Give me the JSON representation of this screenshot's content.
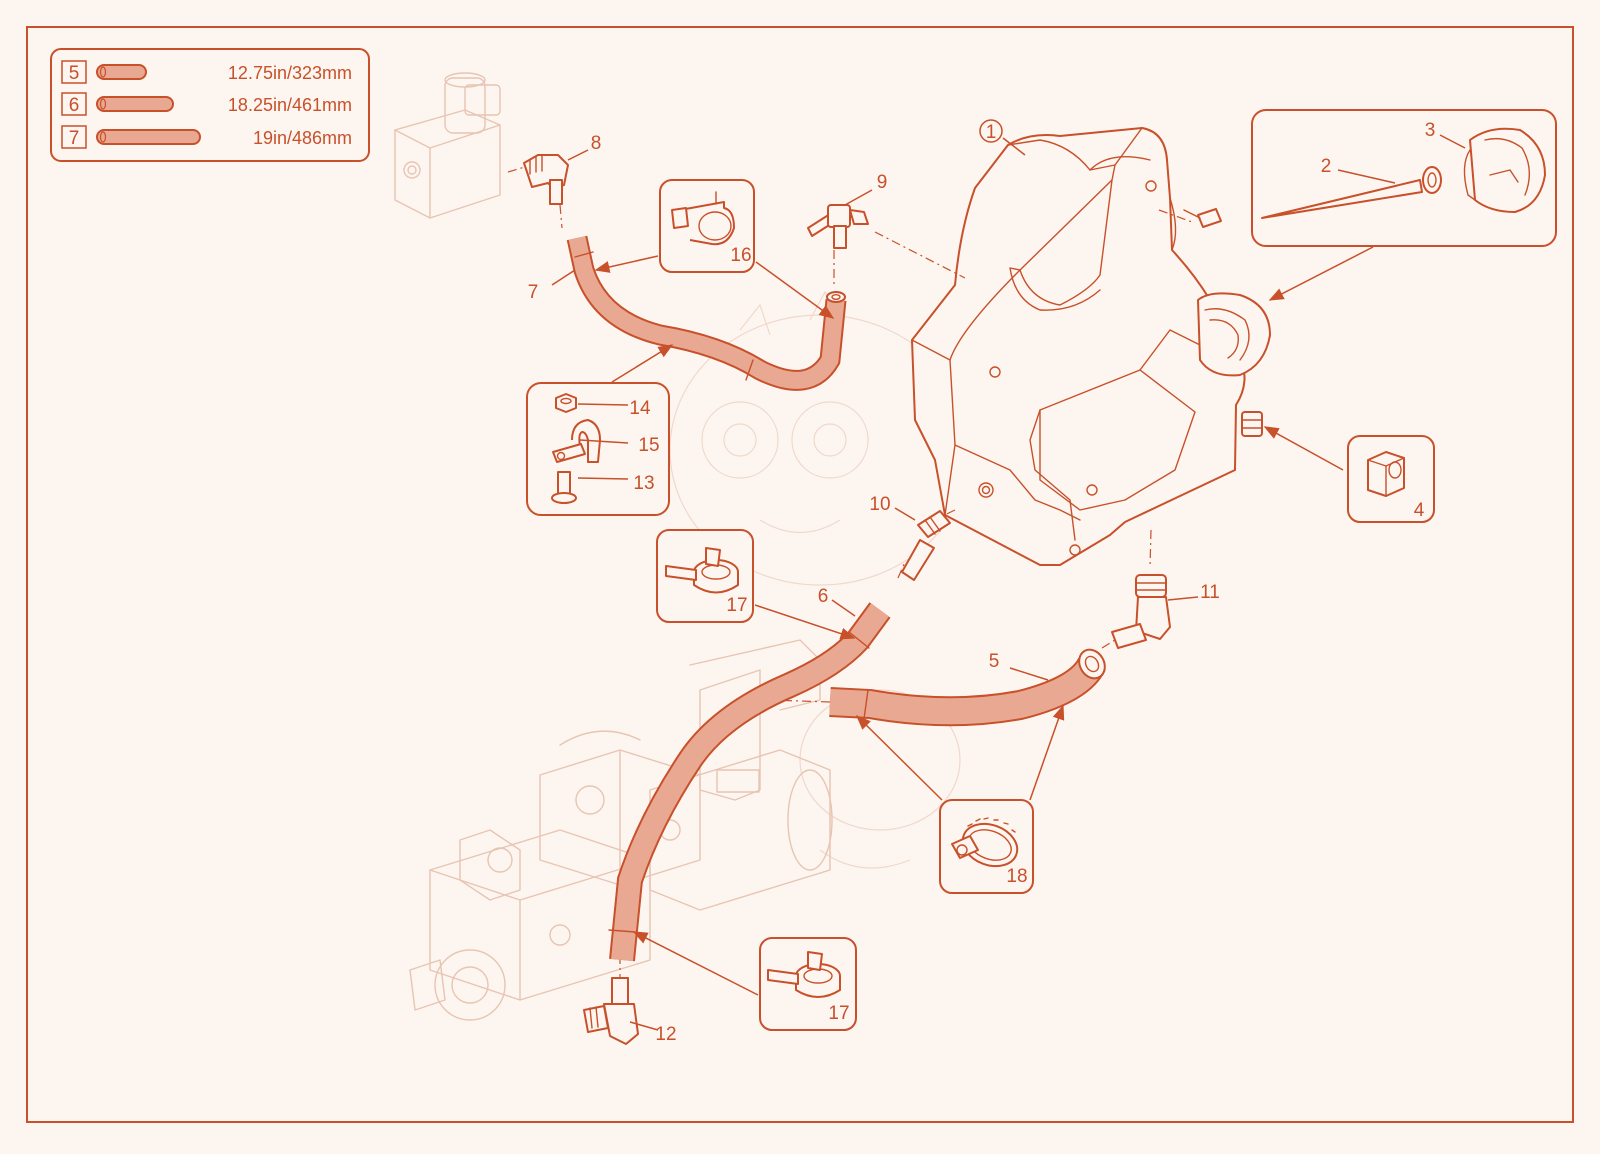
{
  "colors": {
    "line": "#c8502a",
    "hose_fill": "#e8a892",
    "background": "#fdf6f0",
    "faint": "#e8c4b2"
  },
  "legend": {
    "rows": [
      {
        "id": "5",
        "length": "12.75in/323mm",
        "bar_fraction": 0.45
      },
      {
        "id": "6",
        "length": "18.25in/461mm",
        "bar_fraction": 0.7
      },
      {
        "id": "7",
        "length": "19in/486mm",
        "bar_fraction": 0.95
      }
    ]
  },
  "callouts": {
    "c1": "1",
    "c2": "2",
    "c3": "3",
    "c4": "4",
    "c5": "5",
    "c6": "6",
    "c7": "7",
    "c8": "8",
    "c9": "9",
    "c10": "10",
    "c11": "11",
    "c12": "12",
    "c13": "13",
    "c14": "14",
    "c15": "15",
    "c16": "16",
    "c17a": "17",
    "c17b": "17",
    "c18": "18"
  }
}
